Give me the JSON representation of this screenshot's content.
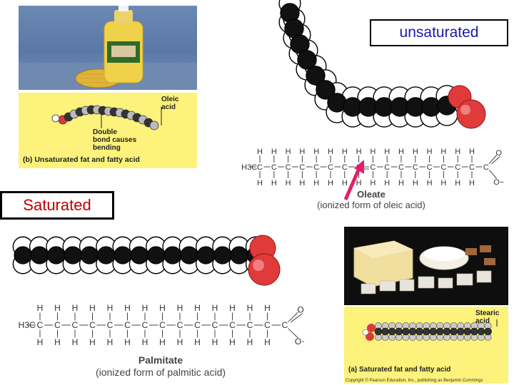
{
  "labels": {
    "unsaturated": "unsaturated",
    "saturated": "Saturated"
  },
  "unsat_panel": {
    "oleic_label_1": "Oleic",
    "oleic_label_2": "acid",
    "double_bond_1": "Double",
    "double_bond_2": "bond causes",
    "double_bond_3": "bending",
    "caption": "(b) Unsaturated fat and fatty acid"
  },
  "sat_panel": {
    "stearic_label_1": "Stearic",
    "stearic_label_2": "acid",
    "caption": "(a) Saturated fat and fatty acid",
    "copyright": "Copyright © Pearson Education, Inc., publishing as Benjamin Cummings"
  },
  "oleate": {
    "name": "Oleate",
    "subtitle": "(ionized form of oleic acid)"
  },
  "palmitate": {
    "name": "Palmitate",
    "subtitle": "(ionized form of palmitic acid)"
  },
  "formula": {
    "h": "H",
    "c": "C",
    "h3c": "H3C",
    "o": "O",
    "o_minus": "O−"
  },
  "colors": {
    "unsaturated_text": "#1a1aa8",
    "saturated_text": "#c00000",
    "panel_yellow": "#fdf27b",
    "oxygen_red": "#e03a3a",
    "arrow_pink": "#e0206a"
  }
}
